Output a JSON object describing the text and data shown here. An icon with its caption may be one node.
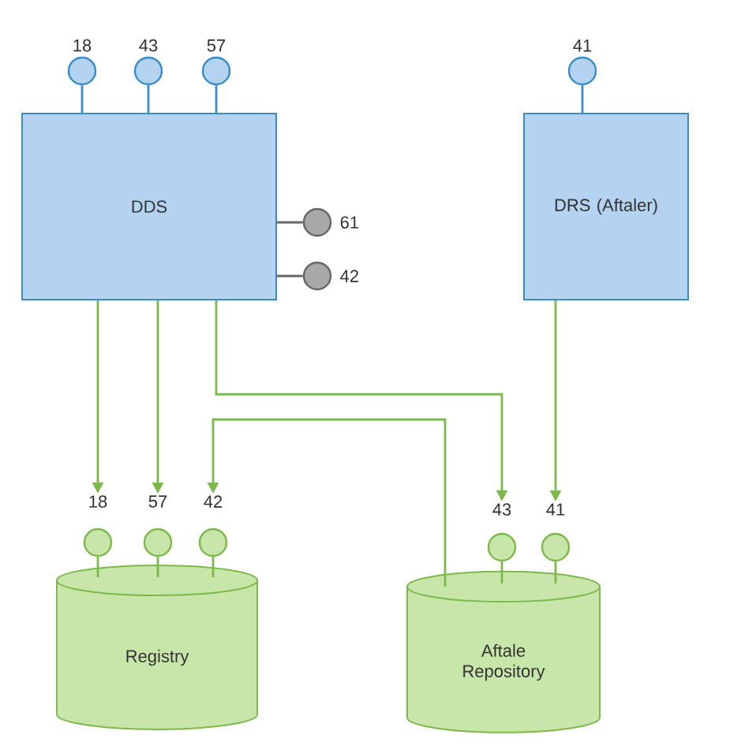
{
  "diagram": {
    "nodes": [
      {
        "text": [],
        "shape": "circle",
        "beside": [
          "18"
        ]
      },
      {
        "text": [],
        "shape": "circle",
        "beside": [
          "43"
        ]
      },
      {
        "text": [],
        "shape": "circle",
        "beside": [
          "57"
        ]
      },
      {
        "text": [],
        "shape": "circle",
        "beside": [
          "41"
        ]
      },
      {
        "text": [
          "DDS"
        ]
      },
      {
        "text": [
          "DRS (Aftaler)"
        ]
      },
      {
        "text": [],
        "shape": "circle",
        "beside": [
          "61"
        ]
      },
      {
        "text": [],
        "shape": "circle",
        "beside": [
          "42"
        ]
      },
      {
        "text": [
          "18"
        ]
      },
      {
        "text": [
          "57"
        ]
      },
      {
        "text": [
          "42"
        ]
      },
      {
        "text": [
          "43"
        ]
      },
      {
        "text": [
          "41"
        ]
      },
      {
        "text": [],
        "shape": "circle"
      },
      {
        "text": [],
        "shape": "circle"
      },
      {
        "text": [],
        "shape": "circle"
      },
      {
        "text": [],
        "shape": "circle"
      },
      {
        "text": [],
        "shape": "circle"
      },
      {
        "text": [
          "Registry"
        ]
      },
      {
        "text": [
          "Aftale Repository"
        ]
      }
    ],
    "edges": [
      {
        "from": 0,
        "to": 4,
        "arrow": "none",
        "color": "#3a8cc8"
      },
      {
        "from": 1,
        "to": 4,
        "arrow": "none",
        "color": "#3a8cc8"
      },
      {
        "from": 2,
        "to": 4,
        "arrow": "none",
        "color": "#3a8cc8"
      },
      {
        "from": 3,
        "to": 5,
        "arrow": "none",
        "color": "#3a8cc8"
      },
      {
        "from": 6,
        "to": 4,
        "arrow": "none",
        "color": "#666666"
      },
      {
        "from": 7,
        "to": 4,
        "arrow": "none",
        "color": "#666666"
      },
      {
        "from": 13,
        "to": 18,
        "arrow": "none"
      },
      {
        "from": 14,
        "to": 18,
        "arrow": "none"
      },
      {
        "from": 15,
        "to": 18,
        "arrow": "none"
      },
      {
        "from": 16,
        "to": 19,
        "arrow": "none"
      },
      {
        "from": 17,
        "to": 19,
        "arrow": "none"
      },
      {
        "from": 4,
        "to": 8,
        "arrow": "to"
      },
      {
        "from": 4,
        "to": 9,
        "arrow": "to"
      },
      {
        "from": 4,
        "to": 11,
        "arrow": "to"
      },
      {
        "from": 19,
        "to": 10,
        "arrow": "to"
      },
      {
        "from": 5,
        "to": 12,
        "arrow": "to"
      }
    ]
  }
}
